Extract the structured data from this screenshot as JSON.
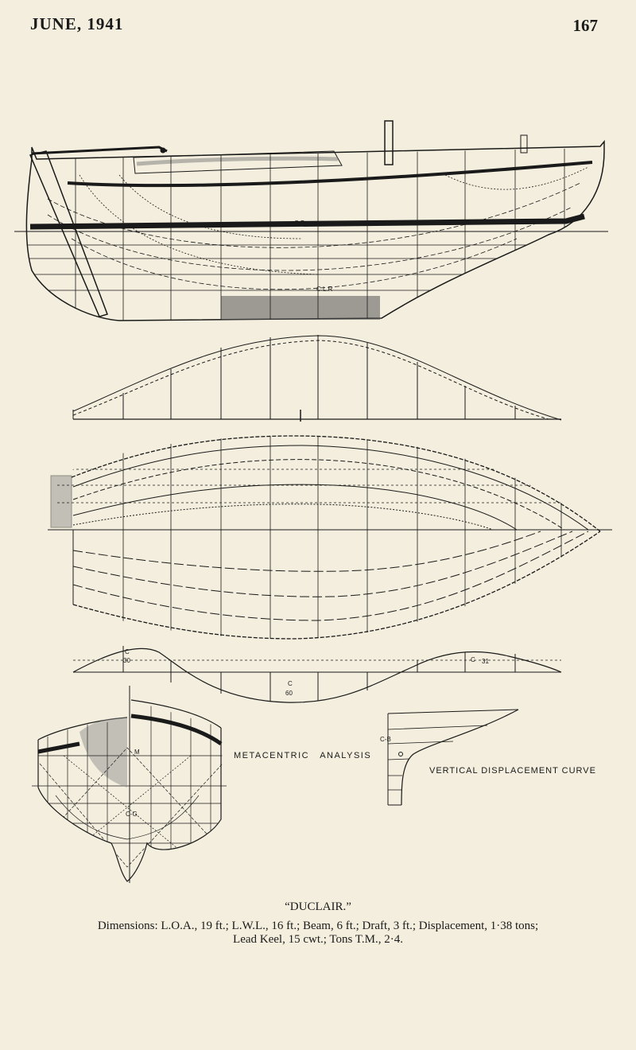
{
  "header": {
    "running_head": "JUNE, 1941",
    "page_number": "167"
  },
  "drawing": {
    "profile_labels": [
      "C.B",
      "C.L.R"
    ],
    "area_curve_labels": [
      "C",
      "30",
      "C",
      "60",
      "C",
      "31"
    ],
    "metacentric_label": "METACENTRIC   ANALYSIS",
    "vertical_curve_label": "VERTICAL DISPLACEMENT CURVE",
    "vertical_curve_marks": [
      "C-B"
    ],
    "section_marks": [
      "M",
      "C-G"
    ]
  },
  "caption": {
    "title": "“DUCLAIR.”",
    "dimensions_line1": "Dimensions: L.O.A., 19 ft.; L.W.L., 16 ft.; Beam, 6 ft.; Draft, 3 ft.; Displacement, 1·38 tons;",
    "dimensions_line2": "Lead Keel, 15 cwt.; Tons T.M., 2·4."
  }
}
